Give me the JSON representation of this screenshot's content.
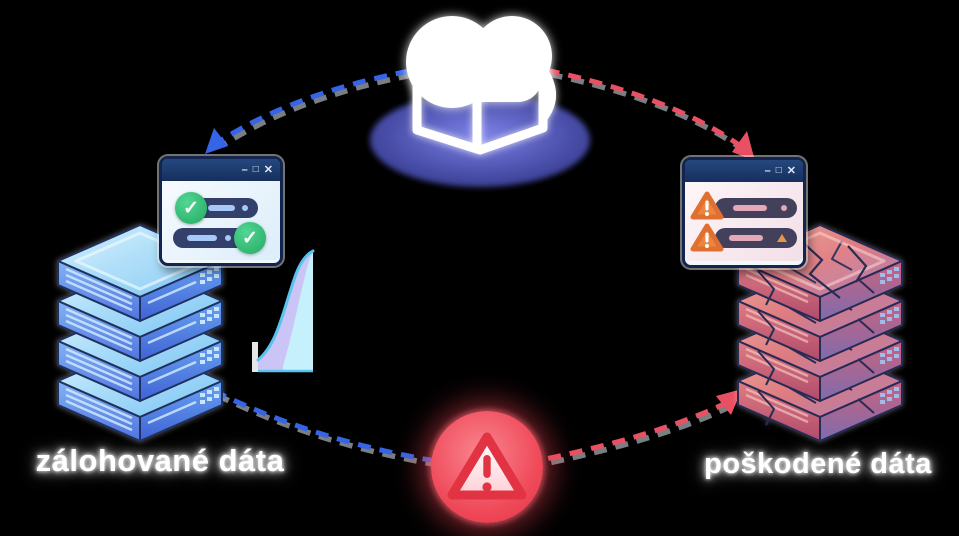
{
  "labels": {
    "left": "zálohované dáta",
    "right": "poškodené dáta"
  },
  "windows": {
    "controls": {
      "minimize": "–",
      "maximize": "□",
      "close": "✕"
    },
    "left": {
      "rows": [
        {
          "status": "ok"
        },
        {
          "status": "ok"
        }
      ]
    },
    "right": {
      "rows": [
        {
          "status": "warning"
        },
        {
          "status": "warning"
        }
      ]
    }
  },
  "icons": {
    "check_glyph": "✓",
    "database": "database-storage",
    "warning": "warning-triangle",
    "alert": "alert-exclamation"
  },
  "colors": {
    "background": "#000000",
    "blue_arrow": "#3565e6",
    "red_arrow": "#ea5063",
    "green_ok": "#2fb56e",
    "orange_warning": "#ed8540",
    "alert_red": "#ee4354",
    "indigo_glow": "#4a4fae",
    "healthy_server": "#6ea6f2",
    "damaged_server": "#d4616f"
  }
}
